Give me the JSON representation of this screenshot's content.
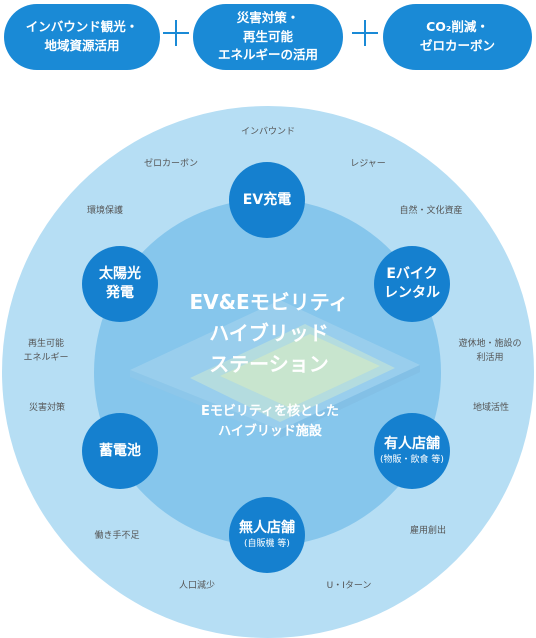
{
  "pills": [
    {
      "line1": "インバウンド観光・",
      "line2": "地域資源活用"
    },
    {
      "line1": "災害対策・",
      "line2": "再生可能",
      "line3": "エネルギーの活用"
    },
    {
      "line1": "CO₂削減・",
      "line2": "ゼロカーボン"
    }
  ],
  "center": {
    "title_line1": "EV&Eモビリティ",
    "title_line2": "ハイブリッド",
    "title_line3": "ステーション",
    "subtitle_line1": "Eモビリティを核とした",
    "subtitle_line2": "ハイブリッド施設"
  },
  "nodes": {
    "ev_charging": {
      "label": "EV充電"
    },
    "e_bike_rental": {
      "line1": "Eバイク",
      "line2": "レンタル"
    },
    "solar": {
      "line1": "太陽光",
      "line2": "発電"
    },
    "battery": {
      "label": "蓄電池"
    },
    "staffed_store": {
      "label": "有人店舗",
      "sub": "(物販・飲食 等)"
    },
    "unmanned_store": {
      "label": "無人店舗",
      "sub": "(自販機 等)"
    }
  },
  "keywords": {
    "inbound": "インバウンド",
    "leisure": "レジャー",
    "nature": "自然・文化資産",
    "idle_land_1": "遊休地・施設の",
    "idle_land_2": "利活用",
    "regional": "地域活性",
    "employment": "雇用創出",
    "ui_turn": "U・Iターン",
    "depopulation": "人口減少",
    "labor_shortage": "働き手不足",
    "disaster": "災害対策",
    "renewable_1": "再生可能",
    "renewable_2": "エネルギー",
    "environment": "環境保護",
    "zero_carbon": "ゼロカーボン"
  },
  "colors": {
    "pill": "#1a8ad6",
    "node": "#1580cf",
    "outer_ring": "#b6def4",
    "inner_ring": "#86c6ec"
  }
}
